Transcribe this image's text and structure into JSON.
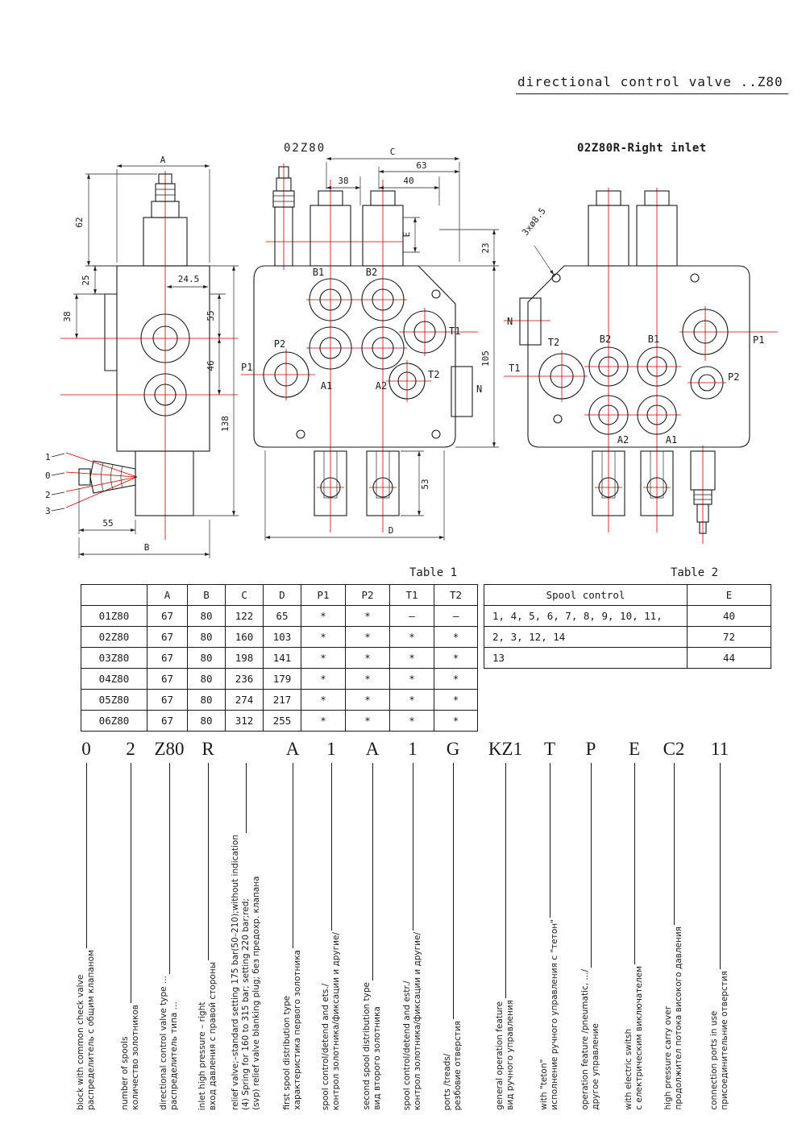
{
  "page_title": "directional control valve ..Z80",
  "colors": {
    "centerline_red": "#cc0000",
    "ink": "#1a1a1a"
  },
  "drawings": {
    "front_title": "02Z80",
    "right_title": "02Z80R-Right inlet",
    "side": {
      "dim_a": "A",
      "dim_62": "62",
      "dim_25": "25",
      "dim_38": "38",
      "dim_245": "24.5",
      "dim_55": "55",
      "dim_46": "46",
      "dim_138": "138",
      "dim_55b": "55",
      "dim_b": "B",
      "pos_labels": [
        "1",
        "0",
        "2",
        "3"
      ]
    },
    "front": {
      "dim_c": "C",
      "dim_63": "63",
      "dim_38": "38",
      "dim_40": "40",
      "dim_23": "23",
      "dim_e": "E",
      "dim_105": "105",
      "dim_53": "53",
      "dim_d": "D",
      "ports": {
        "b1": "B1",
        "b2": "B2",
        "a1": "A1",
        "a2": "A2",
        "p1": "P1",
        "p2": "P2",
        "t1": "T1",
        "t2": "T2",
        "n": "N"
      }
    },
    "right": {
      "dim_holes": "3xø8.5",
      "ports": {
        "n": "N",
        "t1": "T1",
        "t2": "T2",
        "b1": "B1",
        "b2": "B2",
        "p1": "P1",
        "p2": "P2",
        "a1": "A1",
        "a2": "A2"
      }
    }
  },
  "table1": {
    "caption": "Table 1",
    "headers": [
      "",
      "A",
      "B",
      "C",
      "D",
      "P1",
      "P2",
      "T1",
      "T2"
    ],
    "rows": [
      [
        "01Z80",
        "67",
        "80",
        "122",
        "65",
        "*",
        "*",
        "–",
        "–"
      ],
      [
        "02Z80",
        "67",
        "80",
        "160",
        "103",
        "*",
        "*",
        "*",
        "*"
      ],
      [
        "03Z80",
        "67",
        "80",
        "198",
        "141",
        "*",
        "*",
        "*",
        "*"
      ],
      [
        "04Z80",
        "67",
        "80",
        "236",
        "179",
        "*",
        "*",
        "*",
        "*"
      ],
      [
        "05Z80",
        "67",
        "80",
        "274",
        "217",
        "*",
        "*",
        "*",
        "*"
      ],
      [
        "06Z80",
        "67",
        "80",
        "312",
        "255",
        "*",
        "*",
        "*",
        "*"
      ]
    ]
  },
  "table2": {
    "caption": "Table 2",
    "headers": [
      "Spool control",
      "E"
    ],
    "rows": [
      [
        "1, 4, 5, 6, 7, 8, 9, 10, 11,",
        "40"
      ],
      [
        "2, 3, 12, 14",
        "72"
      ],
      [
        "13",
        "44"
      ]
    ]
  },
  "ordering": {
    "items": [
      {
        "code": "0",
        "desc": "block with common check valve\nраспределитель с общим клапаном"
      },
      {
        "code": "2",
        "desc": "number of spools\nколичество золотников"
      },
      {
        "code": "Z80",
        "desc": "directional control valve type ...\nраспределитель типа ..."
      },
      {
        "code": "R",
        "desc": "inlet high pressure – right\nвход давления с правой стороны"
      },
      {
        "code": "",
        "desc": "relief valve;–standard setting 175 bar(50–210);without indication\n(4) Spring for 160 to 315 bar; setting 220 bar;red;\n(svp) relief valve blanking plug; без предохр. клапана"
      },
      {
        "code": "A",
        "desc": "first spool distribution type\nхарактеристика первого золотника"
      },
      {
        "code": "1",
        "desc": "spool control/detend and ets./\nконтрол золотника/фиксации и другие/"
      },
      {
        "code": "A",
        "desc": "second spool distribution type\nвид второго золотника"
      },
      {
        "code": "1",
        "desc": "spool control/detend and estr./\nконтрол золотника/фиксации и другие/"
      },
      {
        "code": "G",
        "desc": "ports /treads/\nрезбовие отверстия"
      },
      {
        "code": "KZ1",
        "desc": "general operation feature\nвид ручного управления"
      },
      {
        "code": "T",
        "desc": "with \"teton\"\nисполнение ручного управления с \"тетон\""
      },
      {
        "code": "P",
        "desc": "operation feature /pneumatic, .../\nдругое управление"
      },
      {
        "code": "E",
        "desc": "with electric switsh\nс електрическим виключателем"
      },
      {
        "code": "C2",
        "desc": "high pressure carry over\nпродолжител потока високого давления"
      },
      {
        "code": "11",
        "desc": "connection ports in use\nприсоединительние отверстия"
      }
    ]
  }
}
